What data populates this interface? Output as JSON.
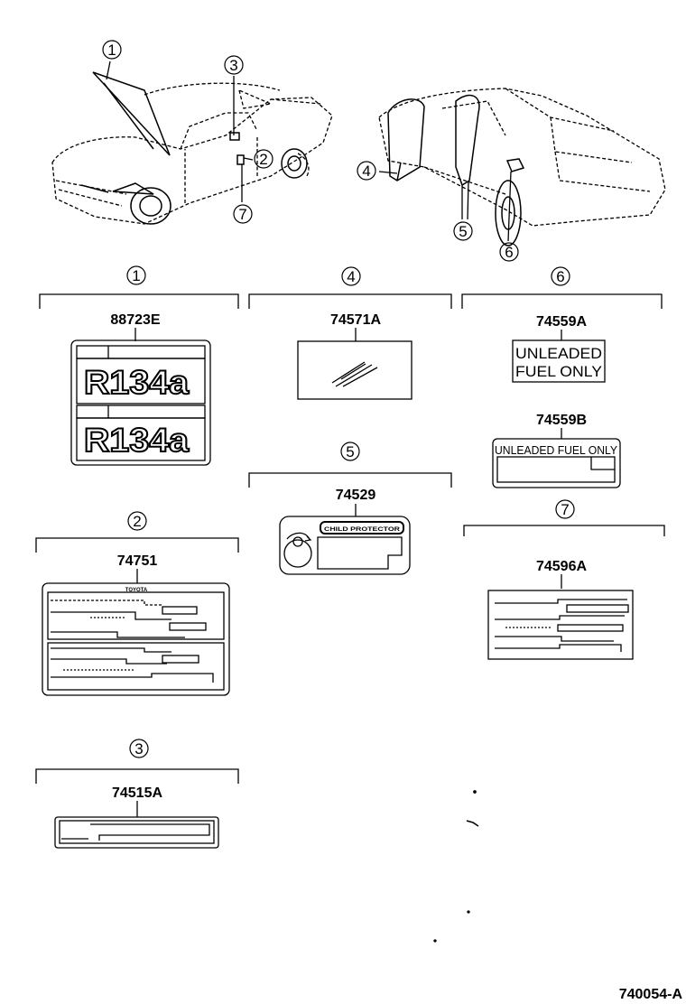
{
  "callouts": {
    "c1": "1",
    "c2": "2",
    "c3": "3",
    "c4": "4",
    "c5": "5",
    "c6": "6",
    "c7": "7"
  },
  "parts": {
    "p1": {
      "callout": "1",
      "number": "88723E",
      "label_text": "R134a"
    },
    "p2": {
      "callout": "2",
      "number": "74751",
      "header_text": "TOYOTA"
    },
    "p3": {
      "callout": "3",
      "number": "74515A"
    },
    "p4": {
      "callout": "4",
      "number": "74571A"
    },
    "p5": {
      "callout": "5",
      "number": "74529",
      "header_text": "CHILD PROTECTOR"
    },
    "p6a": {
      "callout": "6",
      "number": "74559A",
      "line1": "UNLEADED",
      "line2": "FUEL ONLY"
    },
    "p6b": {
      "callout": "6",
      "number": "74559B",
      "header_text": "UNLEADED FUEL ONLY"
    },
    "p7": {
      "callout": "7",
      "number": "74596A"
    }
  },
  "diagram_id": "740054-A",
  "colors": {
    "ink": "#000000",
    "paper": "#ffffff"
  }
}
